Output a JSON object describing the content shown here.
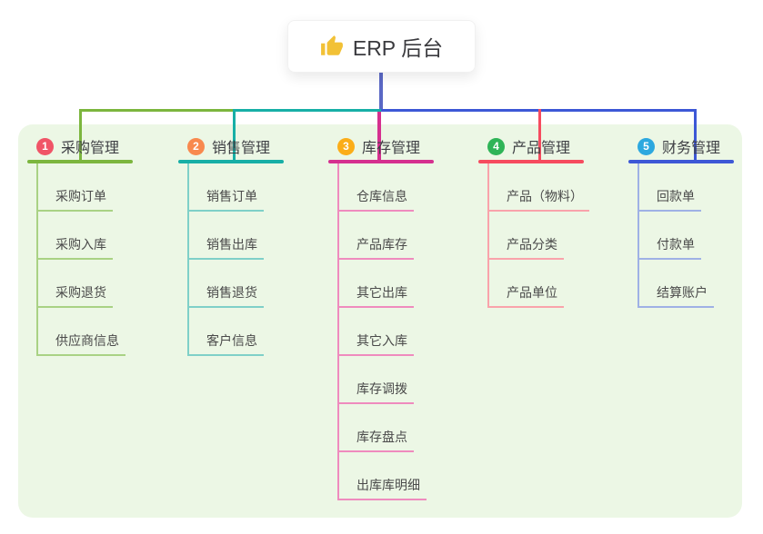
{
  "root": {
    "label": "ERP 后台",
    "icon": "thumbs-up",
    "icon_color": "#f2c136",
    "line_color": "#5a68c5"
  },
  "panel_color": "#ecf7e5",
  "branches": [
    {
      "number": "1",
      "label": "采购管理",
      "badge_color": "#f05467",
      "line_color": "#7cb63e",
      "light_color": "#a9d284",
      "children": [
        "采购订单",
        "采购入库",
        "采购退货",
        "供应商信息"
      ]
    },
    {
      "number": "2",
      "label": "销售管理",
      "badge_color": "#f8894e",
      "line_color": "#17afa6",
      "light_color": "#7fd0c8",
      "children": [
        "销售订单",
        "销售出库",
        "销售退货",
        "客户信息"
      ]
    },
    {
      "number": "3",
      "label": "库存管理",
      "badge_color": "#fbad18",
      "line_color": "#d5308f",
      "light_color": "#ef8bbe",
      "children": [
        "仓库信息",
        "产品库存",
        "其它出库",
        "其它入库",
        "库存调拨",
        "库存盘点",
        "出库库明细"
      ]
    },
    {
      "number": "4",
      "label": "产品管理",
      "badge_color": "#2fb457",
      "line_color": "#f64b5f",
      "light_color": "#f9a3ab",
      "children": [
        "产品（物料）",
        "产品分类",
        "产品单位"
      ]
    },
    {
      "number": "5",
      "label": "财务管理",
      "badge_color": "#2ca8df",
      "line_color": "#3d58d6",
      "light_color": "#9fb1e5",
      "children": [
        "回款单",
        "付款单",
        "结算账户"
      ]
    }
  ]
}
